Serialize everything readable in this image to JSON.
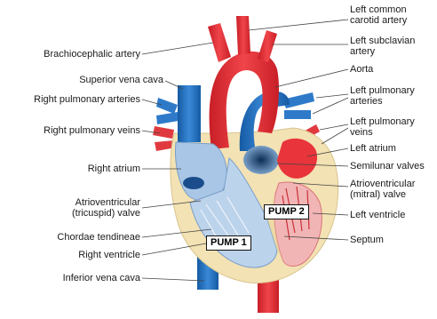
{
  "labels_left": {
    "brachiocephalic_artery": "Brachiocephalic artery",
    "superior_vena_cava": "Superior vena cava",
    "right_pulmonary_arteries": "Right pulmonary arteries",
    "right_pulmonary_veins": "Right pulmonary veins",
    "right_atrium": "Right atrium",
    "av_tricuspid_valve_1": "Atrioventricular",
    "av_tricuspid_valve_2": "(tricuspid) valve",
    "chordae_tendineae": "Chordae tendineae",
    "right_ventricle": "Right ventricle",
    "inferior_vena_cava": "Inferior vena cava"
  },
  "labels_right": {
    "left_common_carotid_1": "Left common",
    "left_common_carotid_2": "carotid artery",
    "left_subclavian_1": "Left subclavian",
    "left_subclavian_2": "artery",
    "aorta": "Aorta",
    "left_pulmonary_arteries_1": "Left pulmonary",
    "left_pulmonary_arteries_2": "arteries",
    "left_pulmonary_veins_1": "Left pulmonary",
    "left_pulmonary_veins_2": "veins",
    "left_atrium": "Left atrium",
    "semilunar_valves": "Semilunar valves",
    "av_mitral_valve_1": "Atrioventricular",
    "av_mitral_valve_2": "(mitral) valve",
    "left_ventricle": "Left ventricle",
    "septum": "Septum"
  },
  "pumps": {
    "pump1": "PUMP 1",
    "pump2": "PUMP 2"
  },
  "colors": {
    "oxygenated": "#e8343a",
    "deoxygenated": "#1f6fbf",
    "muscle": "#f3e2b3",
    "chamber_blue": "#a9c6e6",
    "chamber_red": "#f2b5b5"
  }
}
